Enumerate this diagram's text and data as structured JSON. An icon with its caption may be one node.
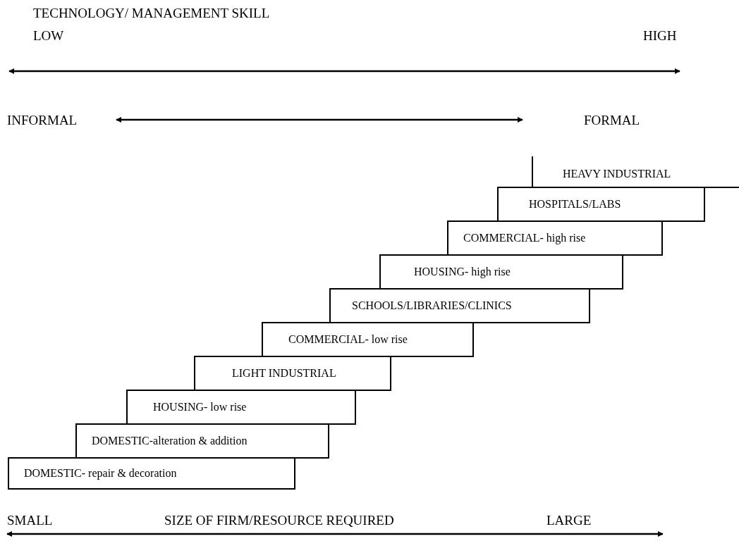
{
  "diagram": {
    "title": "TECHNOLOGY/ MANAGEMENT SKILL",
    "nodes": [
      {
        "text": [
          "DOMESTIC- repair & decoration"
        ]
      },
      {
        "text": [
          "DOMESTIC-alteration & addition"
        ]
      },
      {
        "text": [
          "HOUSING- low rise"
        ]
      },
      {
        "text": [
          "LIGHT INDUSTRIAL"
        ]
      },
      {
        "text": [
          "COMMERCIAL- low rise"
        ]
      },
      {
        "text": [
          "SCHOOLS/LIBRARIES/CLINICS"
        ]
      },
      {
        "text": [
          "HOUSING- high rise"
        ]
      },
      {
        "text": [
          "COMMERCIAL- high rise"
        ]
      },
      {
        "text": [
          "HOSPITALS/LABS"
        ]
      },
      {
        "text": [
          "HEAVY INDUSTRIAL"
        ]
      }
    ],
    "labels": [
      "LOW",
      "HIGH",
      "INFORMAL",
      "FORMAL",
      "SMALL",
      "SIZE OF FIRM/RESOURCE REQUIRED",
      "LARGE"
    ]
  }
}
